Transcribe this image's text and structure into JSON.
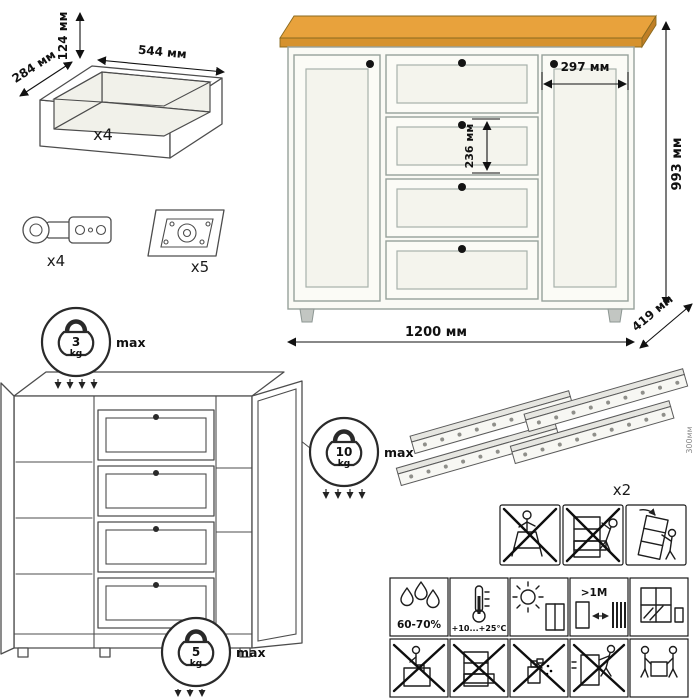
{
  "drawer_box": {
    "height": "124 мм",
    "width": "544 мм",
    "depth": "284 мм",
    "count": "x4"
  },
  "hardware": {
    "hinge_count": "x4",
    "foot_count": "x5"
  },
  "cabinet": {
    "width": "1200 мм",
    "height": "993 мм",
    "depth": "419 мм",
    "door_width": "297 мм",
    "drawer_front_height": "236 мм",
    "top_color": "#e8a23c",
    "body_color": "#fafaf5"
  },
  "load_limits": {
    "top": {
      "value": "3",
      "unit": "kg",
      "label": "max"
    },
    "shelf": {
      "value": "10",
      "unit": "kg",
      "label": "max"
    },
    "drawer": {
      "value": "5",
      "unit": "kg",
      "label": "max"
    }
  },
  "slides": {
    "count": "x2",
    "length": "300мм"
  },
  "care": {
    "humidity": "60-70%",
    "temperature": "+10...+25°C",
    "min_distance": ">1M"
  }
}
